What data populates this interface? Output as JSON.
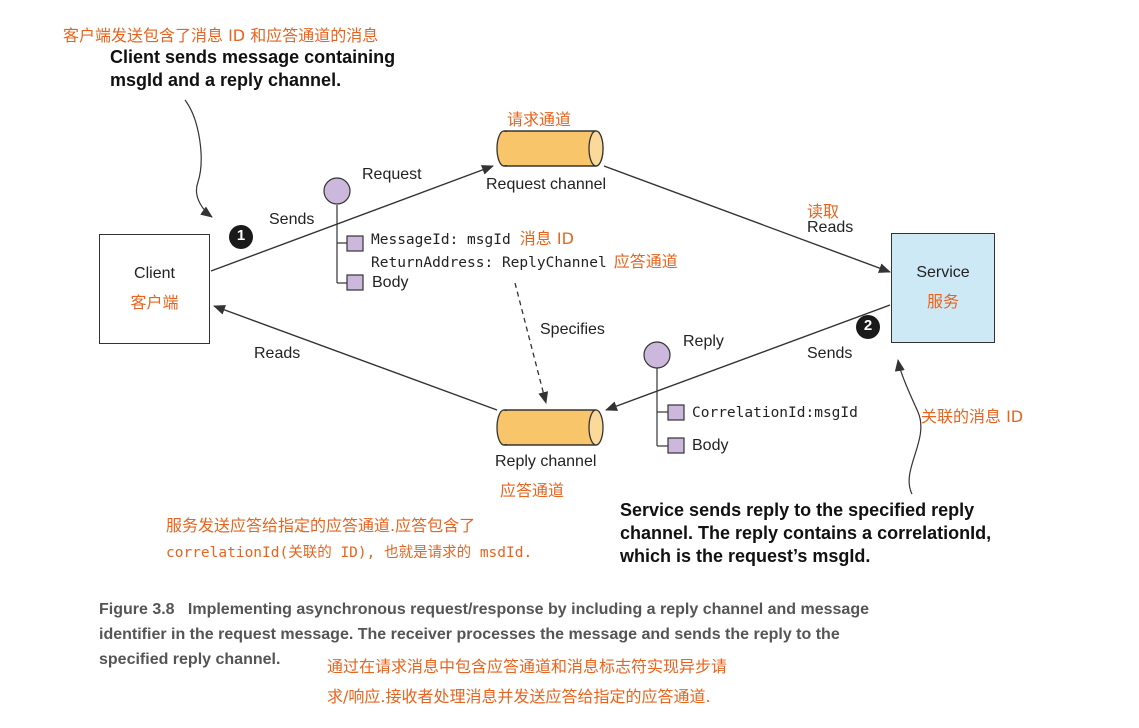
{
  "annotations": {
    "client_cn": "客户端发送包含了消息 ID 和应答通道的消息",
    "client_en_1": "Client sends message containing",
    "client_en_2": "msgId and a reply channel.",
    "request_channel_cn": "请求通道",
    "reads_cn": "读取",
    "messageid_cn": "消息 ID",
    "return_address_cn": "应答通道",
    "correlation_cn": "关联的消息 ID",
    "reply_channel_cn": "应答通道",
    "service_note_cn_1": "服务发送应答给指定的应答通道.应答包含了",
    "service_note_cn_2": "correlationId(关联的 ID), 也就是请求的 msdId.",
    "service_en_1": "Service sends reply to the specified reply",
    "service_en_2": "channel. The reply contains a correlationId,",
    "service_en_3": "which is the request’s msgId."
  },
  "client": {
    "label": "Client",
    "label_cn": "客户端"
  },
  "service": {
    "label": "Service",
    "label_cn": "服务"
  },
  "request_channel": {
    "label": "Request channel"
  },
  "reply_channel": {
    "label": "Reply channel"
  },
  "labels": {
    "request": "Request",
    "sends_client": "Sends",
    "reads_service": "Reads",
    "reads_client": "Reads",
    "sends_service": "Sends",
    "specifies": "Specifies",
    "reply": "Reply",
    "step1": "1",
    "step2": "2"
  },
  "request_message": {
    "header_messageid": "MessageId: msgId",
    "header_return": "ReturnAddress: ReplyChannel",
    "body": "Body"
  },
  "reply_message": {
    "header_correlation": "CorrelationId:msgId",
    "body": "Body"
  },
  "caption": {
    "line1": "Figure 3.8   Implementing asynchronous request/response by including a reply channel and message",
    "line2": "identifier in the request message. The receiver processes the message and sends the reply to the",
    "line3": "specified reply channel.",
    "cn_1": "通过在请求消息中包含应答通道和消息标志符实现异步请",
    "cn_2": "求/响应.接收者处理消息并发送应答给指定的应答通道."
  },
  "colors": {
    "channel_fill": "#f9c56a",
    "service_fill": "#cde9f6",
    "message_circle": "#cbb8dc",
    "header_square": "#cbb8dc",
    "annotation": "#e8641e",
    "caption": "#555555"
  }
}
